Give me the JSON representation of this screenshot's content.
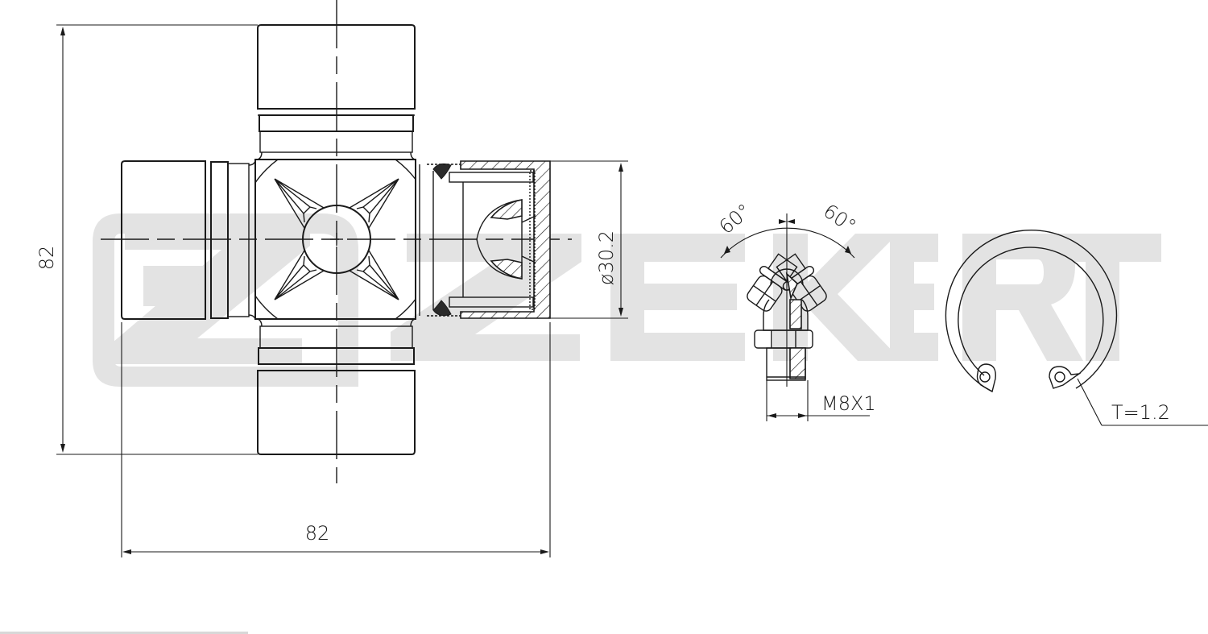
{
  "drawing": {
    "title": "Universal joint cross (cardan spider) technical drawing",
    "watermark": {
      "text": "ZEKKERT",
      "logo": "ZEKKERT Z-mark",
      "color": "#e3e3e3"
    },
    "line_color": "#1a1a1a",
    "background": "#ffffff"
  },
  "dimensions": {
    "overall_height": "82",
    "overall_width": "82",
    "cap_diameter": "ø30.2",
    "grease_nipple_thread": "M8X1",
    "angle_left": "60°",
    "angle_right": "60°",
    "circlip_thickness": "T=1.2"
  },
  "views": [
    {
      "name": "Cross front view with sectioned bearing cap"
    },
    {
      "name": "Grease nipple detail (angled, 60° each side)"
    },
    {
      "name": "Internal circlip"
    }
  ]
}
